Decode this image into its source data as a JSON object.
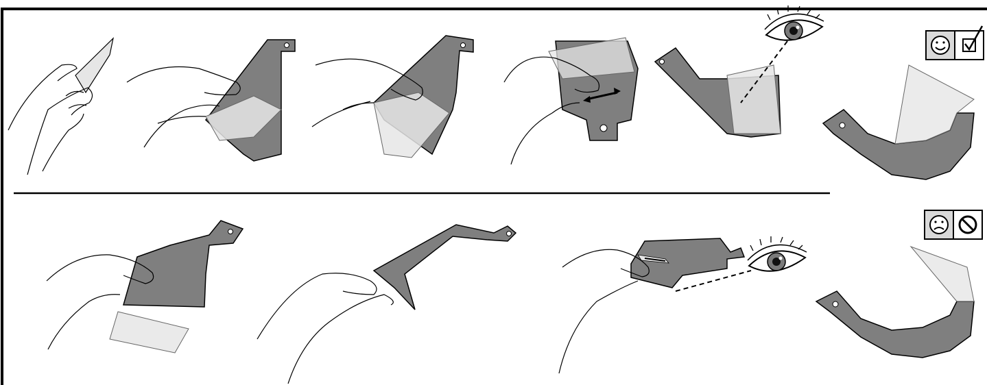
{
  "title": "",
  "rows": [
    {
      "id": "correct-procedure",
      "steps": [
        "hold-adhesive-film",
        "apply-film-to-bracket",
        "press-film-onto-bracket",
        "slide-to-adjust-position",
        "visual-inspection"
      ],
      "result": {
        "status": "correct",
        "icons": [
          "smiley-face-icon",
          "checked-box-icon"
        ]
      }
    },
    {
      "id": "incorrect-procedure",
      "steps": [
        "hold-bracket-film-underneath",
        "grip-bracket-at-bend",
        "visual-inspection-side"
      ],
      "result": {
        "status": "incorrect",
        "icons": [
          "sad-face-icon",
          "prohibited-icon"
        ]
      }
    }
  ],
  "colors": {
    "frame": "#000000",
    "bracket": "#7f7f7f",
    "bracket_dark": "#5f5f5f",
    "film": "#e6e6e6",
    "ok_panel": "#d9d9d9",
    "eye_iris": "#7a7a7a"
  }
}
